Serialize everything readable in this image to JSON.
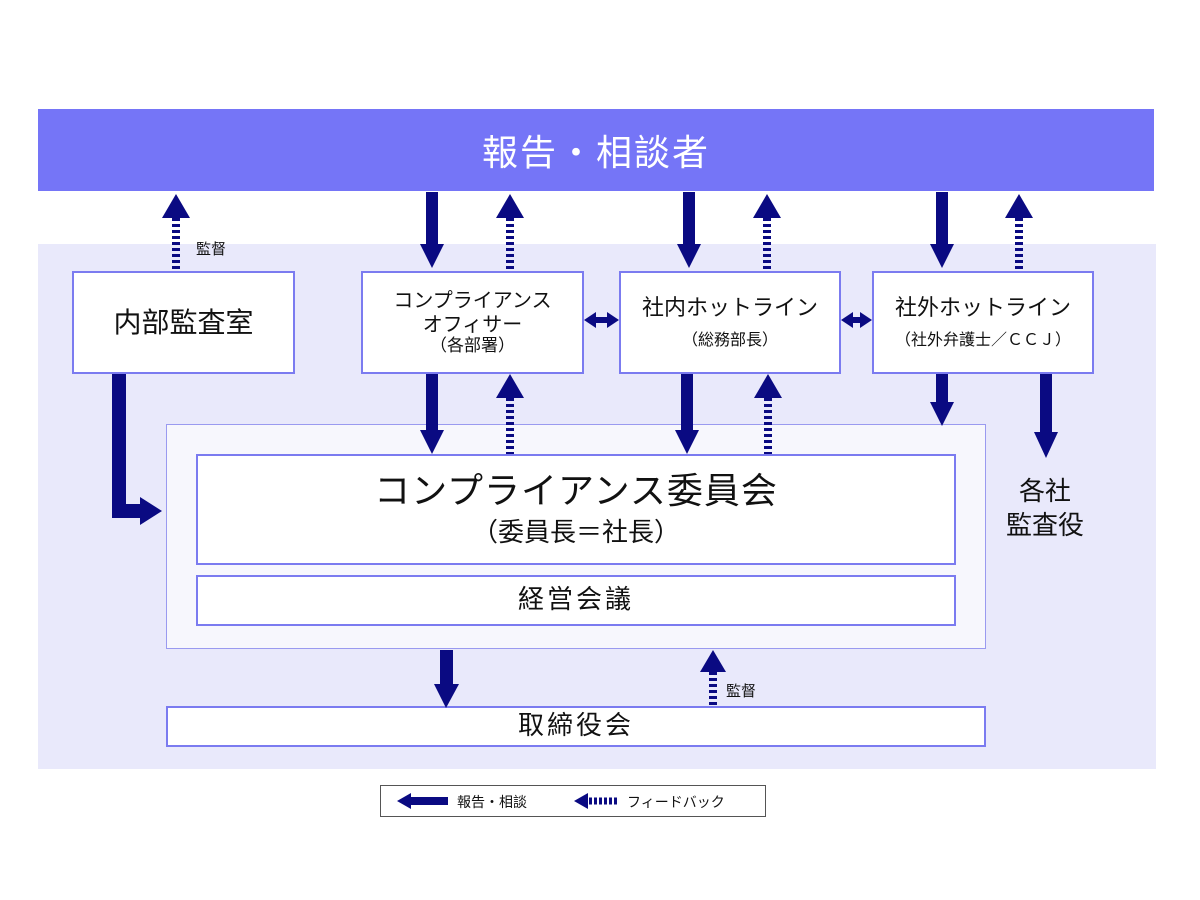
{
  "colors": {
    "banner": "#7575f7",
    "background_panel": "#e9e9fb",
    "box_border": "#7b7bf0",
    "arrow": "#0a0a82"
  },
  "header": {
    "title": "報告・相談者"
  },
  "boxes": {
    "internal_audit": "内部監査室",
    "officer_line1": "コンプライアンス",
    "officer_line2": "オフィサー",
    "officer_sub": "（各部署）",
    "internal_hotline": "社内ホットライン",
    "internal_hotline_sub": "（総務部長）",
    "external_hotline": "社外ホットライン",
    "external_hotline_sub": "（社外弁護士／ＣＣＪ）",
    "committee": "コンプライアンス委員会",
    "committee_sub": "（委員長＝社長）",
    "management_meeting": "経営会議",
    "board": "取締役会"
  },
  "side_label": {
    "line1": "各社",
    "line2": "監査役"
  },
  "arrow_labels": {
    "supervise_top": "監督",
    "supervise_bottom": "監督"
  },
  "legend": {
    "report": "報告・相談",
    "feedback": "フィードバック"
  }
}
